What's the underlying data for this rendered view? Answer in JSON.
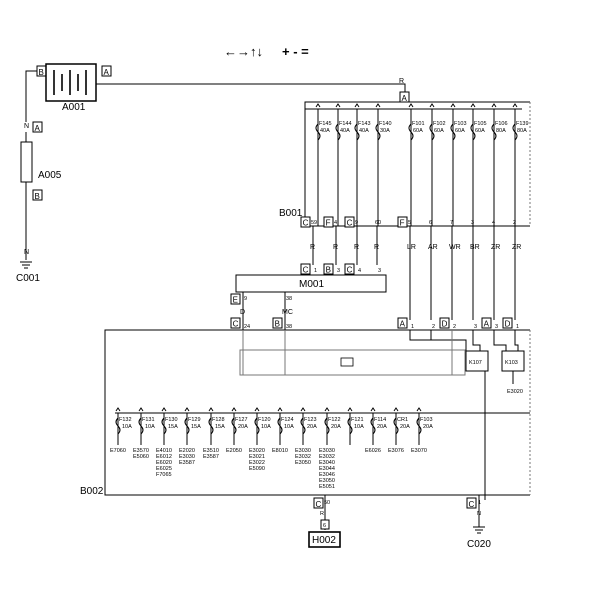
{
  "legend": {
    "arrows": "←→↑↓",
    "signs": "+ - ="
  },
  "components": {
    "battery": {
      "name": "A001",
      "left_pin": "B",
      "right_pin": "A"
    },
    "fuse_link": {
      "name": "A005",
      "top_pin": "A",
      "bottom_pin": "B"
    },
    "ground_c001": {
      "name": "C001",
      "wire": "N"
    },
    "top_box": {
      "name": "B001",
      "input_pin": "A",
      "input_wire": "R"
    },
    "module": {
      "name": "M001"
    },
    "bottom_box": {
      "name": "B002"
    },
    "ground_c020": {
      "name": "C020",
      "wire": "N",
      "conn": "C",
      "pin": "1"
    },
    "h002": {
      "name": "H002",
      "conn": "C",
      "pin": "50",
      "wire": "R",
      "inner": "6"
    },
    "relays": [
      {
        "name": "K107"
      },
      {
        "name": "K103",
        "ref": "E3020"
      }
    ]
  },
  "top_fuses": [
    {
      "id": "F145",
      "rating": "40A"
    },
    {
      "id": "F144",
      "rating": "40A"
    },
    {
      "id": "F143",
      "rating": "40A"
    },
    {
      "id": "F140",
      "rating": "30A"
    },
    {
      "id": "F101",
      "rating": "60A"
    },
    {
      "id": "F102",
      "rating": "60A"
    },
    {
      "id": "F103",
      "rating": "60A"
    },
    {
      "id": "F105",
      "rating": "60A"
    },
    {
      "id": "F106",
      "rating": "80A"
    },
    {
      "id": "F139",
      "rating": "80A"
    }
  ],
  "b001_outputs": [
    {
      "conn": "C",
      "pin": "59",
      "wire": "R",
      "m_conn": "C",
      "m_pin": "1"
    },
    {
      "conn": "F",
      "pin": "4",
      "wire": "R",
      "m_conn": "B",
      "m_pin": "3"
    },
    {
      "conn": "C",
      "pin": "9",
      "wire": "R",
      "m_conn": "C",
      "m_pin": "4"
    },
    {
      "conn": "",
      "pin": "60",
      "wire": "R",
      "m_conn": "",
      "m_pin": "3"
    },
    {
      "conn": "F",
      "pin": "5",
      "wire": "LR",
      "b2_conn": "A",
      "b2_pin": "1"
    },
    {
      "conn": "",
      "pin": "6",
      "wire": "AR",
      "b2_conn": "",
      "b2_pin": "2"
    },
    {
      "conn": "",
      "pin": "7",
      "wire": "WR",
      "b2_conn": "D",
      "b2_pin": "2"
    },
    {
      "conn": "",
      "pin": "3",
      "wire": "BR",
      "b2_conn": "",
      "b2_pin": "3"
    },
    {
      "conn": "",
      "pin": "4",
      "wire": "ZR",
      "b2_conn": "A",
      "b2_pin": "3"
    },
    {
      "conn": "",
      "pin": "2",
      "wire": "ZR",
      "b2_conn": "D",
      "b2_pin": "1"
    }
  ],
  "m001_outputs": [
    {
      "conn": "E",
      "pin": "9",
      "wire": "D",
      "b2_conn": "C",
      "b2_pin": "24"
    },
    {
      "conn": "",
      "pin": "38",
      "wire": "MC",
      "b2_conn": "B",
      "b2_pin": "38"
    }
  ],
  "bottom_fuses": [
    {
      "id": "F132",
      "rating": "10A",
      "refs": [
        "E7060"
      ]
    },
    {
      "id": "F131",
      "rating": "10A",
      "refs": [
        "E3570",
        "E5060"
      ]
    },
    {
      "id": "F130",
      "rating": "15A",
      "refs": [
        "E4010",
        "E6012",
        "E6020",
        "E6025",
        "F7065"
      ]
    },
    {
      "id": "F129",
      "rating": "15A",
      "refs": [
        "E2020",
        "E3030",
        "E3587"
      ]
    },
    {
      "id": "F128",
      "rating": "15A",
      "refs": [
        "E3510",
        "E3587"
      ]
    },
    {
      "id": "F127",
      "rating": "20A",
      "refs": [
        "E2050"
      ]
    },
    {
      "id": "F120",
      "rating": "10A",
      "refs": [
        "E3020",
        "E3021",
        "E3022",
        "E5090"
      ]
    },
    {
      "id": "F124",
      "rating": "10A",
      "refs": [
        "E8010"
      ]
    },
    {
      "id": "F123",
      "rating": "20A",
      "refs": [
        "E3030",
        "E3032",
        "E3050"
      ]
    },
    {
      "id": "F122",
      "rating": "20A",
      "refs": [
        "E3030",
        "E3032",
        "E3040",
        "E3044",
        "E3046",
        "E3050",
        "E5051"
      ]
    },
    {
      "id": "F121",
      "rating": "10A",
      "refs": []
    },
    {
      "id": "F114",
      "rating": "20A",
      "refs": [
        "E6026"
      ]
    },
    {
      "id": "CR1",
      "rating": "20A",
      "refs": [
        "E3076"
      ]
    },
    {
      "id": "F103",
      "rating": "20A",
      "refs": [
        "E3070"
      ]
    }
  ]
}
